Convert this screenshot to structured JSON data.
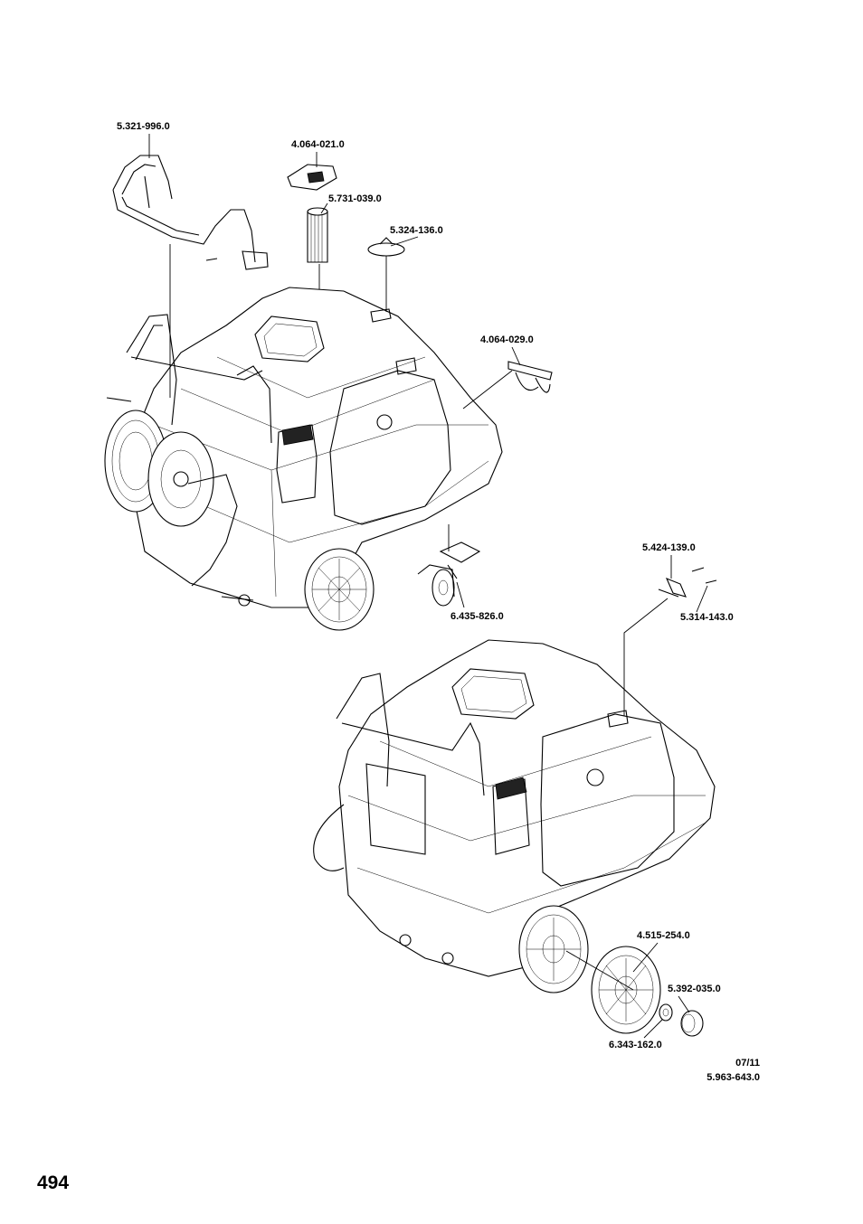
{
  "part_labels": {
    "p1": "5.321-996.0",
    "p2": "4.064-021.0",
    "p3": "5.731-039.0",
    "p4": "5.324-136.0",
    "p5": "4.064-029.0",
    "p6": "5.424-139.0",
    "p7": "5.314-143.0",
    "p8": "6.435-826.0",
    "p9": "4.515-254.0",
    "p10": "5.392-035.0",
    "p11": "6.343-162.0"
  },
  "footer": {
    "date": "07/11",
    "drawing_number": "5.963-643.0"
  },
  "page_number": "494"
}
